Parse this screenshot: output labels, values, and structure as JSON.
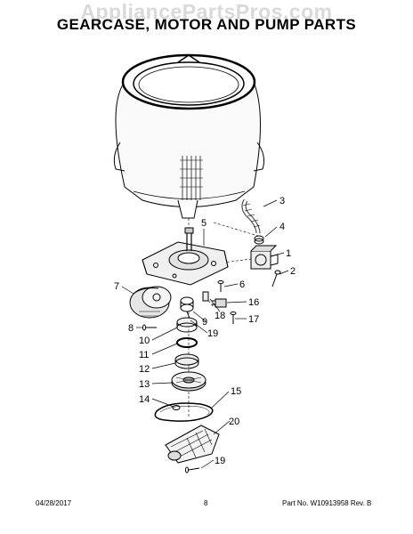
{
  "watermark": "AppliancePartsPros.com",
  "title": "GEARCASE, MOTOR AND PUMP PARTS",
  "callouts": [
    "3",
    "4",
    "5",
    "1",
    "2",
    "6",
    "7",
    "16",
    "18",
    "8",
    "9",
    "17",
    "19",
    "10",
    "11",
    "12",
    "13",
    "15",
    "14",
    "20",
    "19"
  ],
  "footer": {
    "date": "04/28/2017",
    "page": "8",
    "part_number": "Part No. W10913958  Rev. B"
  }
}
